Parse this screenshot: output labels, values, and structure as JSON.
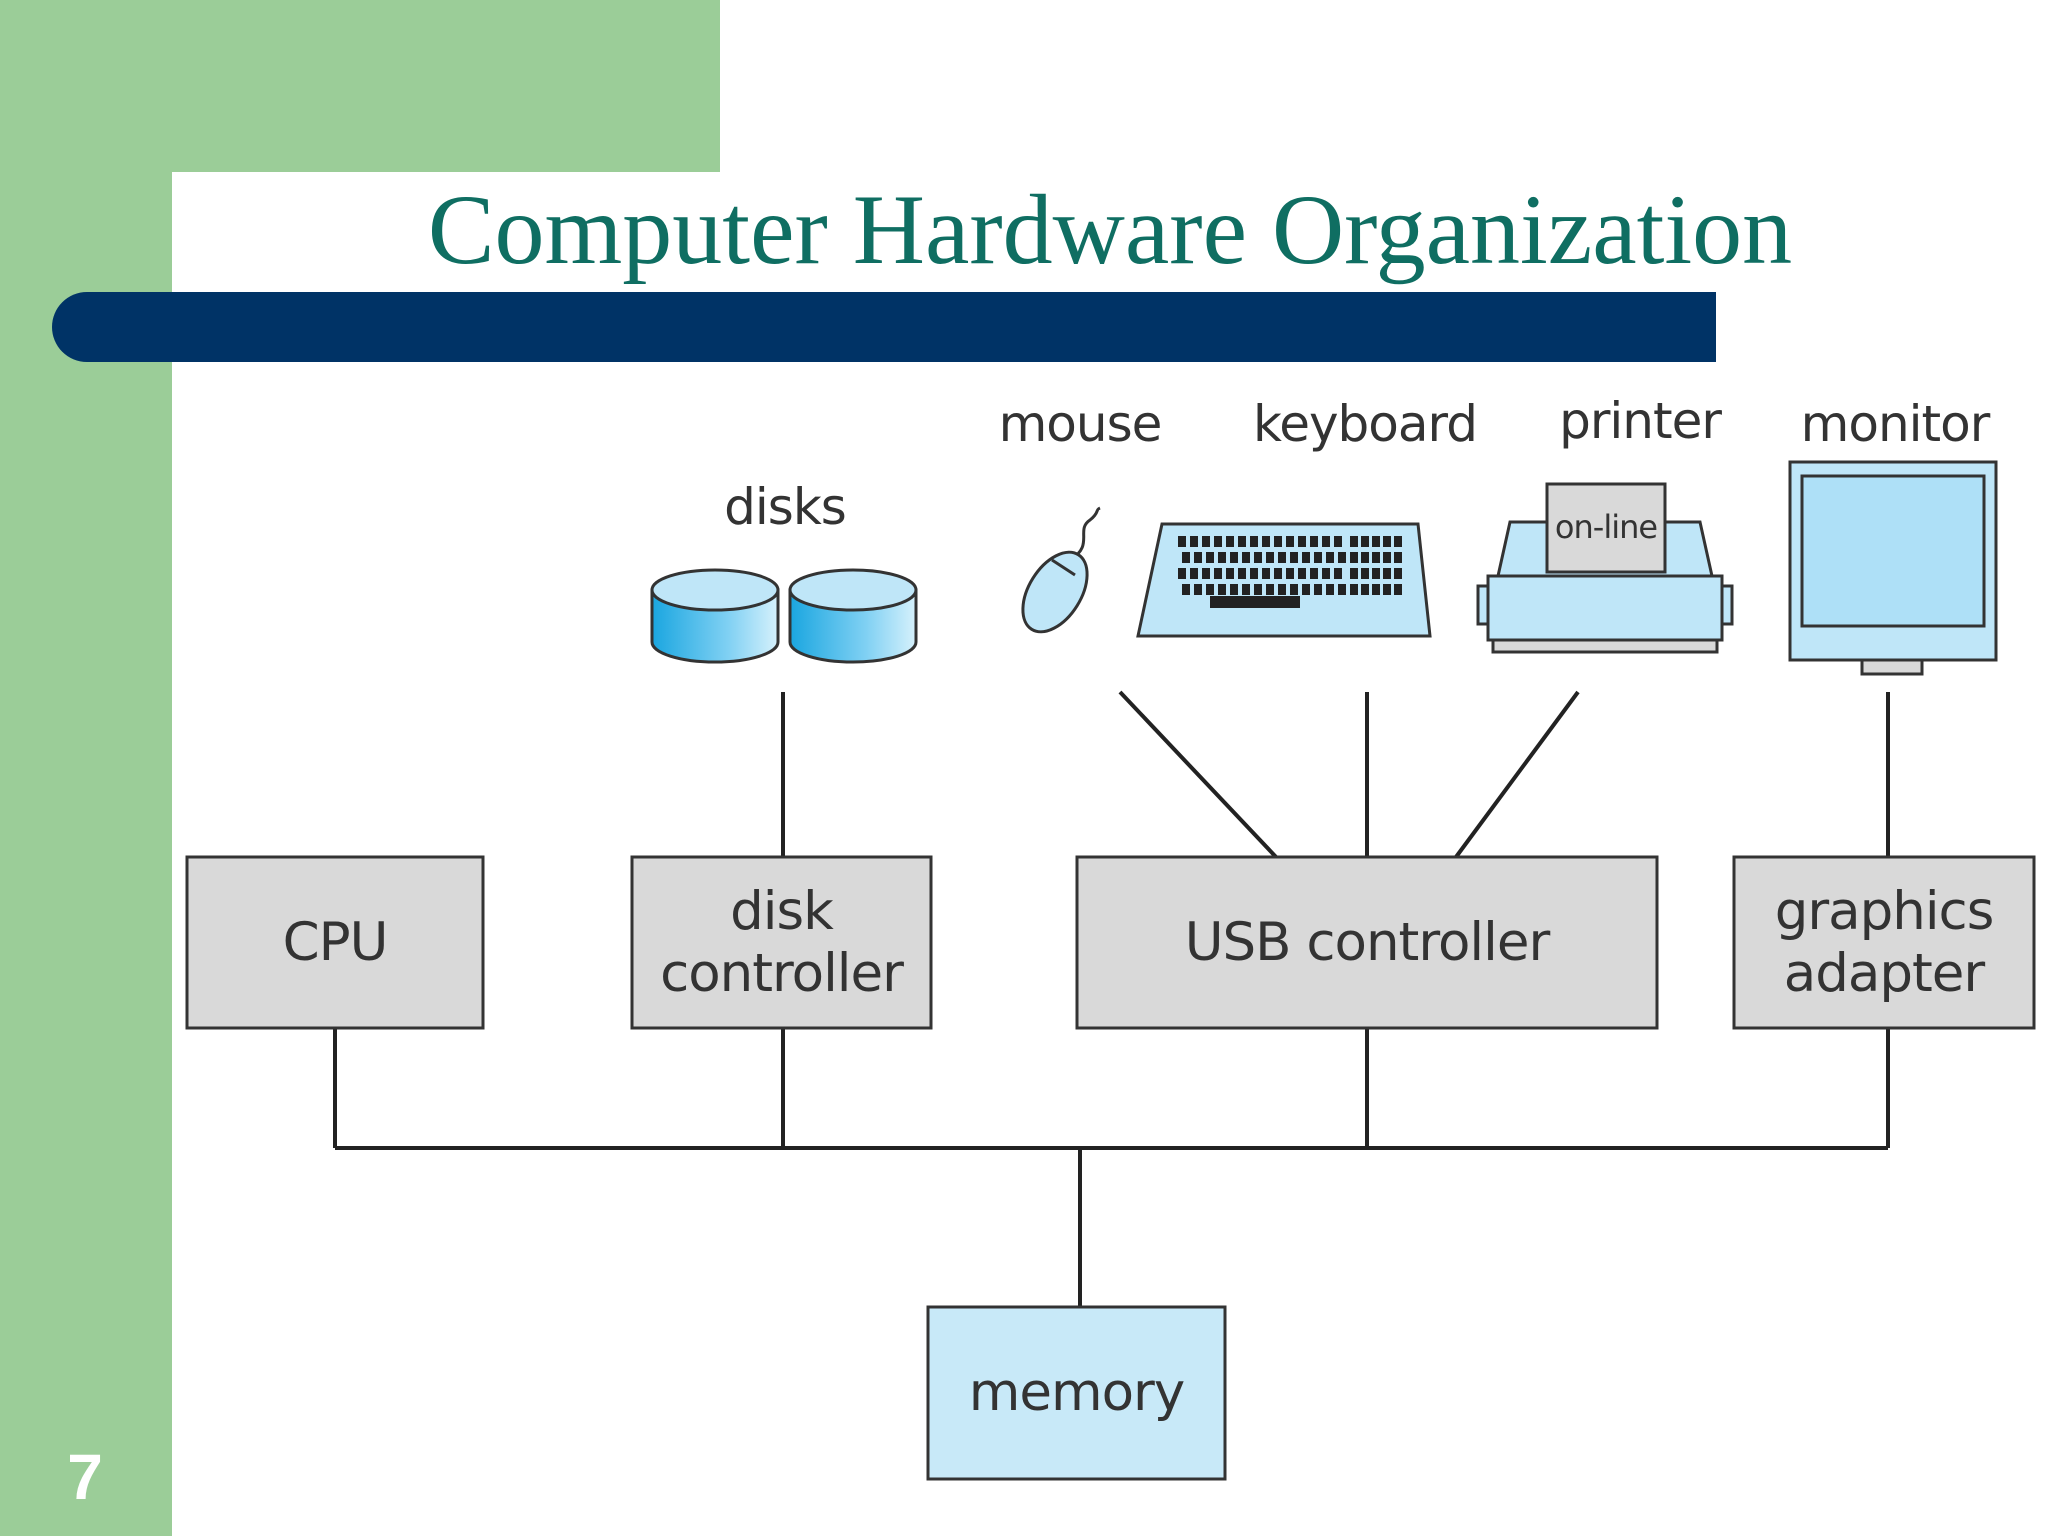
{
  "slide": {
    "title": "Computer Hardware Organization",
    "number": "7"
  },
  "colors": {
    "green": "#9bcd98",
    "navy": "#003366",
    "title": "#0f6e62",
    "box_gray": "#d9d9d9",
    "memory_blue": "#c8e9f8",
    "device_blue": "#bfe6f8"
  },
  "diagram": {
    "devices": {
      "disks": "disks",
      "mouse": "mouse",
      "keyboard": "keyboard",
      "printer": "printer",
      "printer_panel": "on-line",
      "monitor": "monitor"
    },
    "boxes": {
      "cpu": "CPU",
      "disk_controller_line1": "disk",
      "disk_controller_line2": "controller",
      "usb_controller": "USB controller",
      "graphics_adapter_line1": "graphics",
      "graphics_adapter_line2": "adapter",
      "memory": "memory"
    }
  }
}
